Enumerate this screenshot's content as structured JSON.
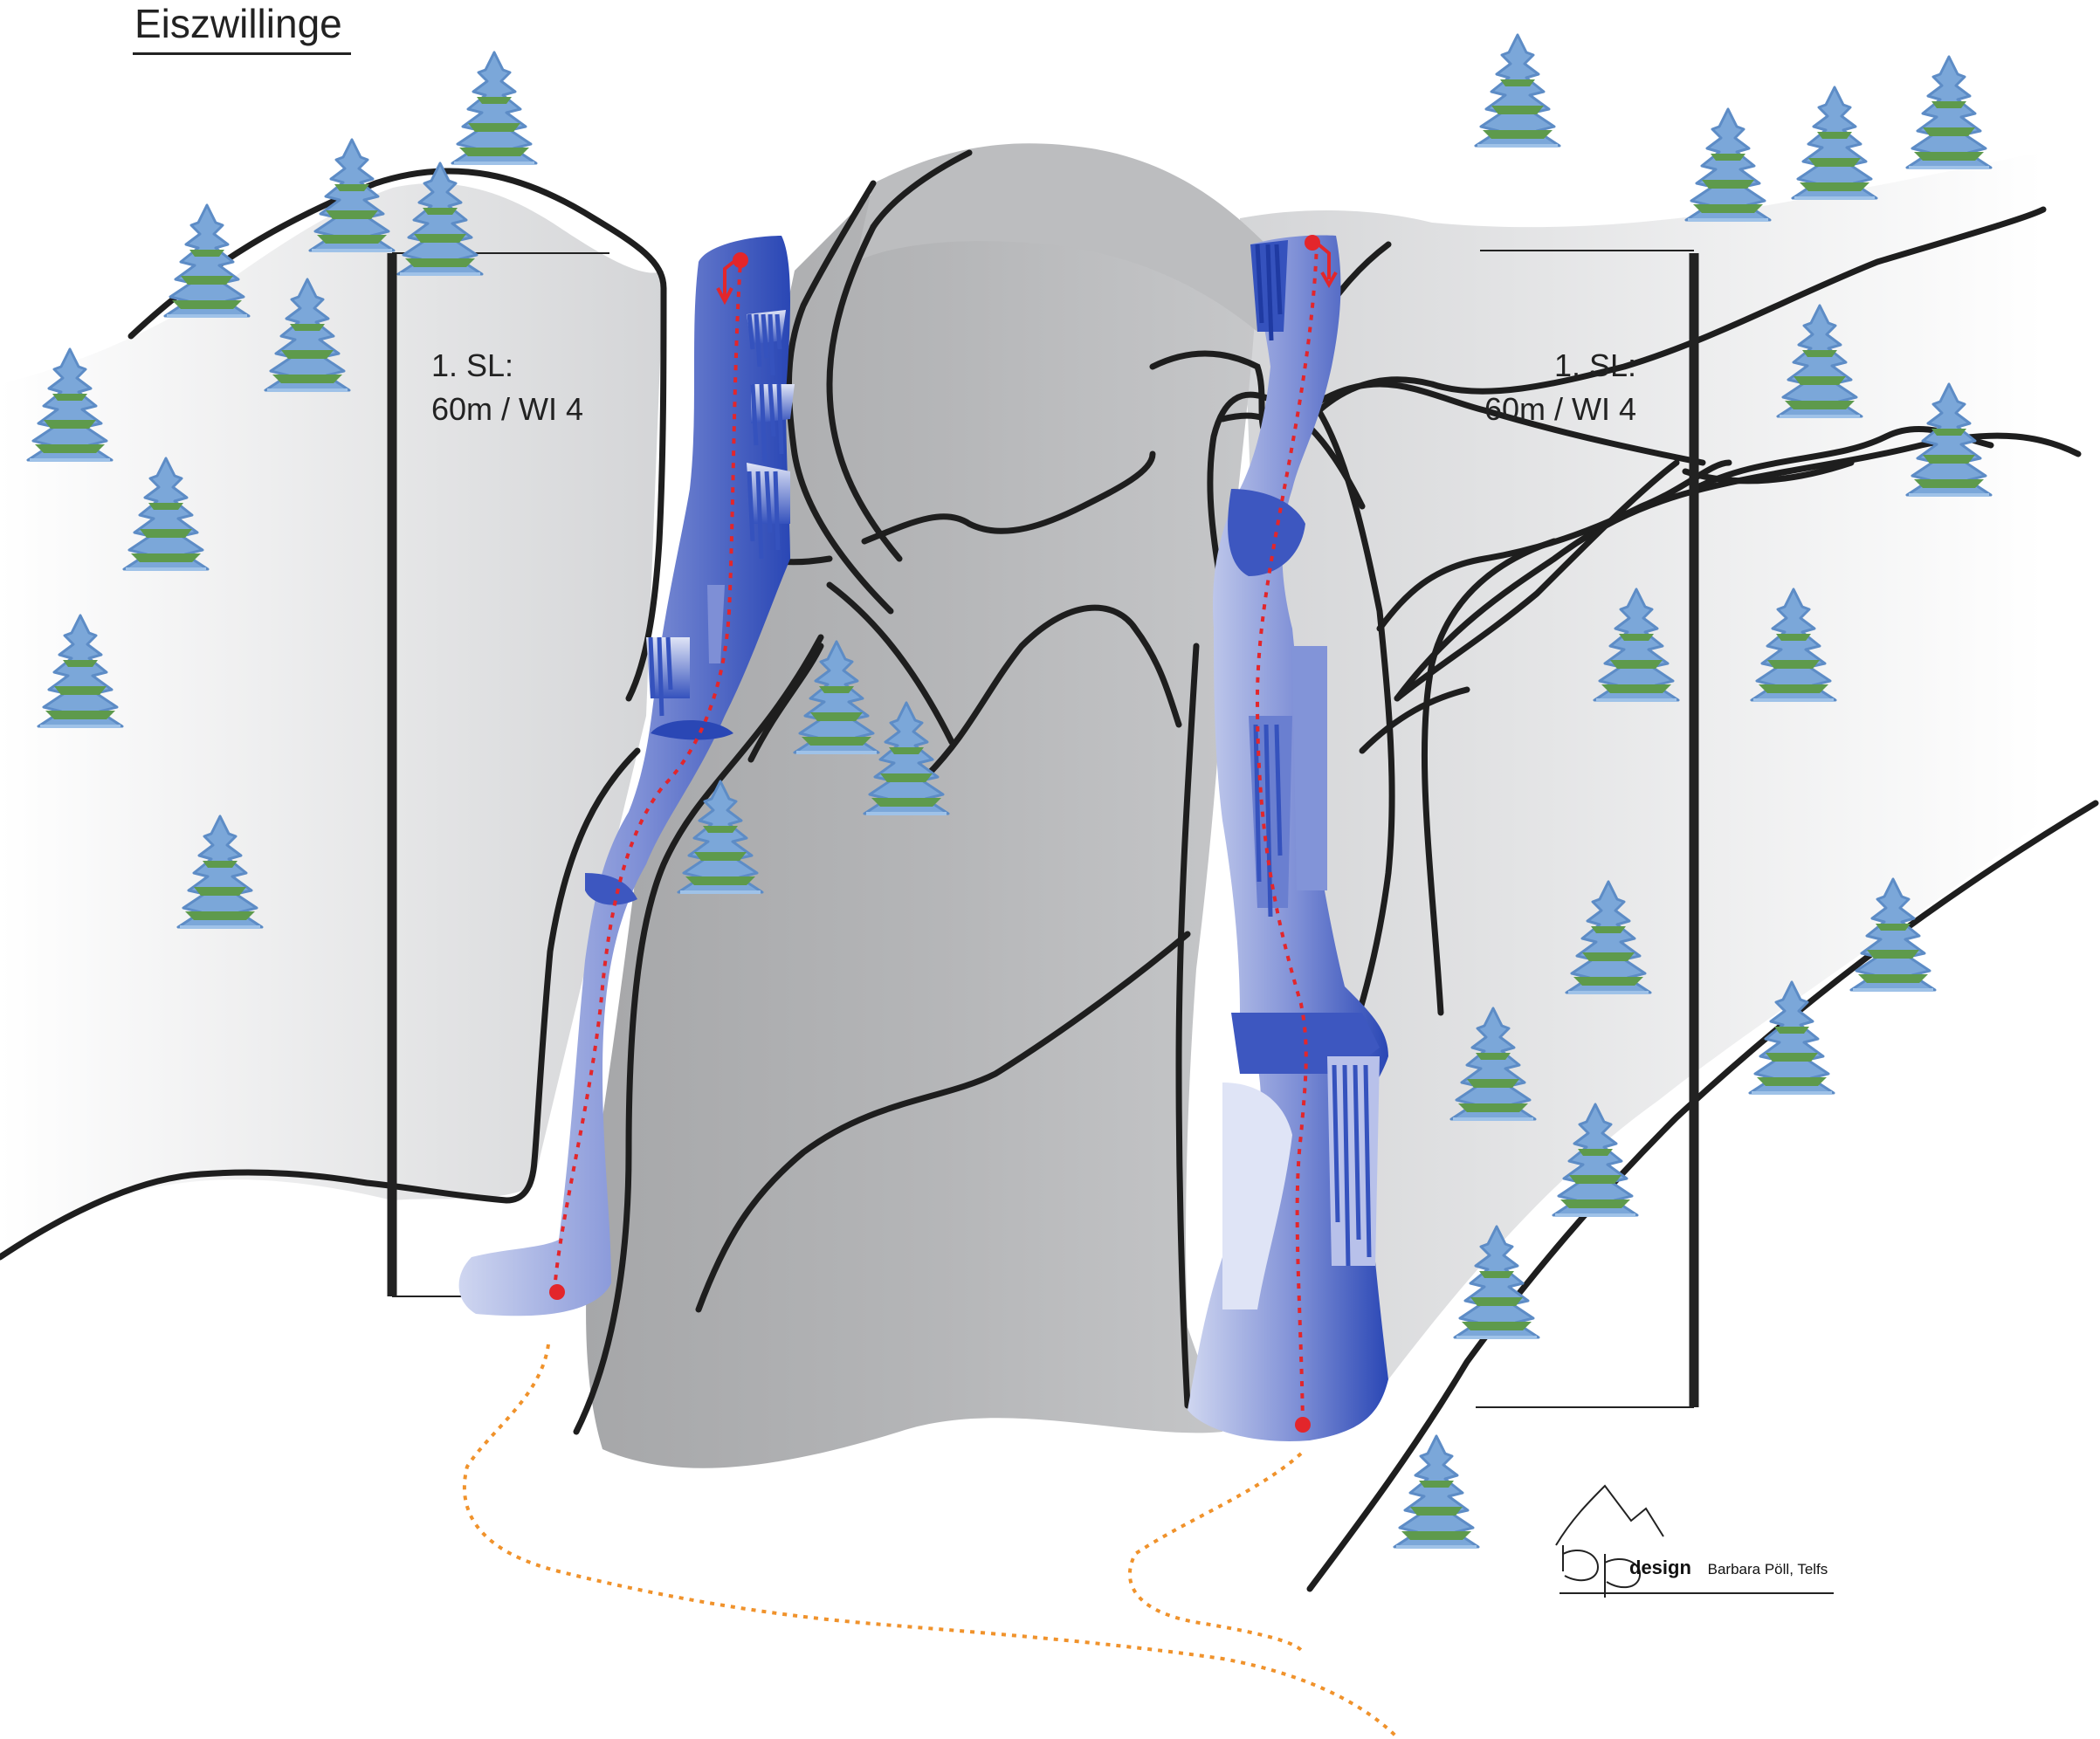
{
  "title": "Eiszwillinge",
  "pitches": {
    "left": {
      "line1": "1. SL:",
      "line2": "60m / WI 4"
    },
    "right": {
      "line1": "1. SL:",
      "line2": "60m / WI 4"
    }
  },
  "logo": {
    "mark": "bp",
    "word": "design",
    "credit": "Barbara Pöll, Telfs"
  },
  "colors": {
    "rock": "#a9aaac",
    "rock_light": "#cfd0d2",
    "snow_grey": "#dcdddf",
    "ice_dark": "#2a47b5",
    "ice_light": "#cfd6f0",
    "route_red": "#e3262b",
    "approach_orange": "#f0922b",
    "tree_blue": "#7ba7d9",
    "tree_green": "#5e9a4c"
  }
}
